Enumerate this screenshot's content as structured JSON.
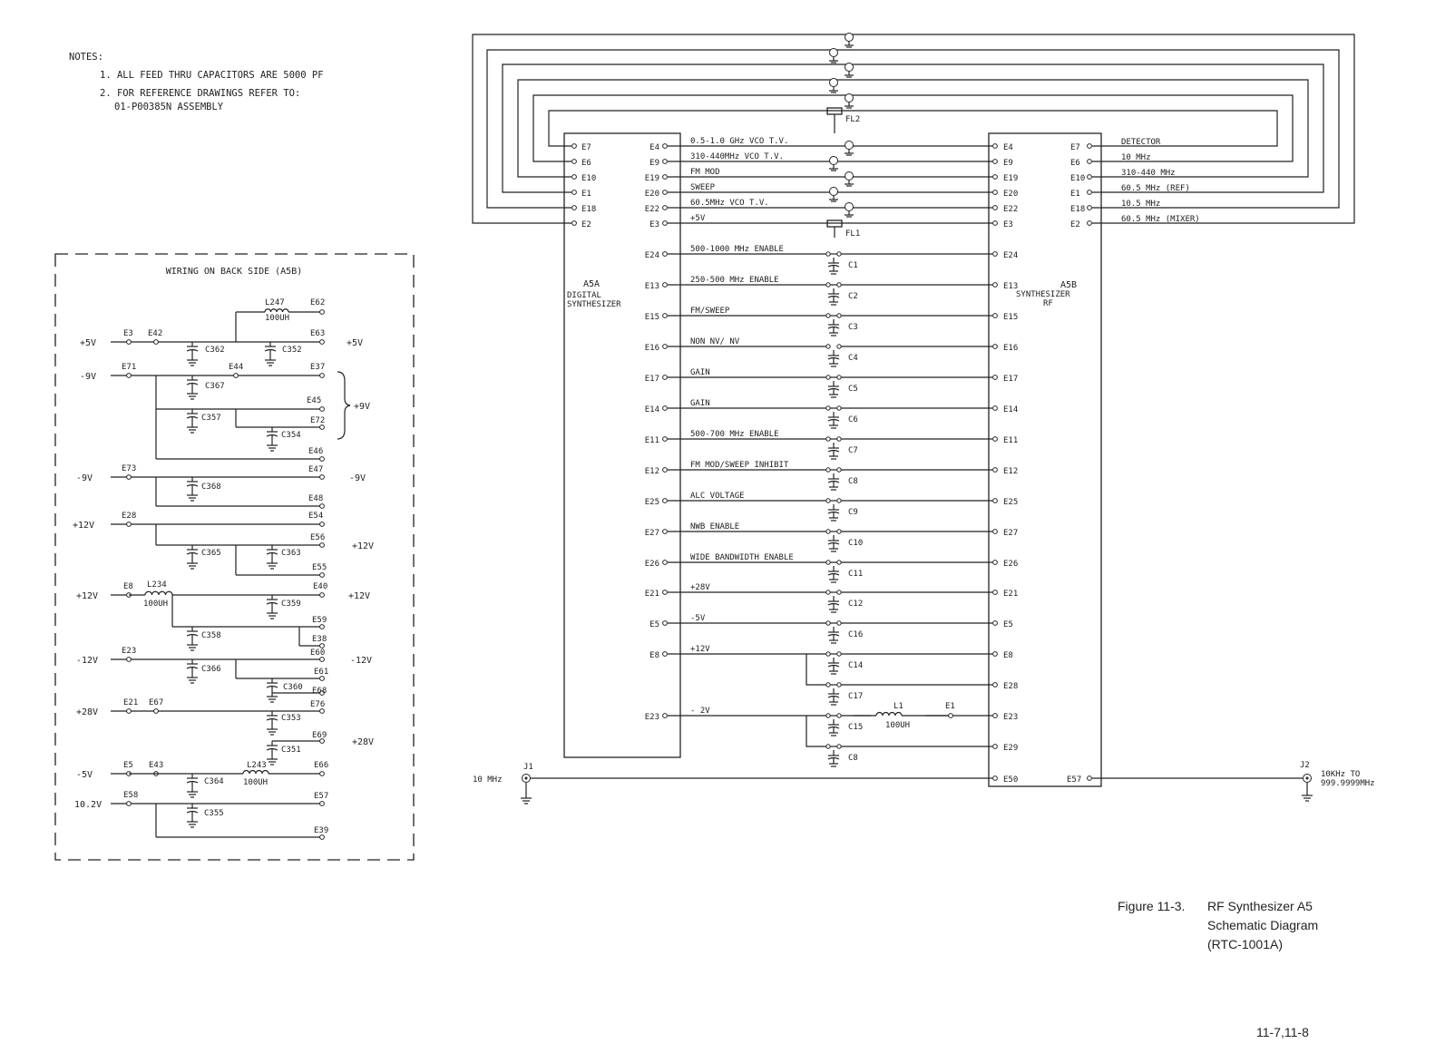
{
  "notes": {
    "header": "NOTES:",
    "items": [
      "1. ALL FEED THRU CAPACITORS ARE 5000 PF",
      "2. FOR REFERENCE DRAWINGS REFER TO:",
      "01-P00385N ASSEMBLY"
    ]
  },
  "wiring_box": {
    "title": "WIRING ON BACK SIDE (A5B)",
    "supplies": [
      {
        "supply": "+5V",
        "terminals": [
          "E3",
          "E42",
          "E62",
          "E63"
        ],
        "inductor": "L247",
        "inductor_value": "100UH",
        "caps": [
          "C362",
          "C352"
        ],
        "out": "+5V"
      },
      {
        "supply": "-9V",
        "terminals": [
          "E71",
          "E44",
          "E37",
          "E45",
          "E72",
          "E46"
        ],
        "caps": [
          "C367",
          "C357",
          "C354"
        ],
        "out": "+9V"
      },
      {
        "supply": "-9V",
        "terminals": [
          "E73",
          "E47",
          "E48"
        ],
        "caps": [
          "C368"
        ],
        "out": "-9V"
      },
      {
        "supply": "+12V",
        "terminals": [
          "E28",
          "E54",
          "E56",
          "E55"
        ],
        "caps": [
          "C365",
          "C363"
        ],
        "out": "+12V"
      },
      {
        "supply": "+12V",
        "terminals": [
          "E8",
          "E40",
          "E59",
          "E38"
        ],
        "inductor": "L234",
        "inductor_value": "100UH",
        "caps": [
          "C359",
          "C358"
        ],
        "out": "+12V"
      },
      {
        "supply": "-12V",
        "terminals": [
          "E23",
          "E60",
          "E61",
          "E68"
        ],
        "caps": [
          "C366",
          "C360"
        ],
        "out": "-12V"
      },
      {
        "supply": "+28V",
        "terminals": [
          "E21",
          "E67",
          "E76",
          "E69"
        ],
        "caps": [
          "C353",
          "C351"
        ],
        "out": "+28V"
      },
      {
        "supply": "-5V",
        "terminals": [
          "E5",
          "E43",
          "E66"
        ],
        "inductor": "L243",
        "inductor_value": "100UH",
        "caps": [
          "C364"
        ],
        "out": ""
      },
      {
        "supply": "10.2V",
        "terminals": [
          "E58",
          "E57",
          "E39"
        ],
        "caps": [
          "C355"
        ],
        "out": ""
      }
    ]
  },
  "a5a": {
    "label": "A5A",
    "sub1": "DIGITAL",
    "sub2": "SYNTHESIZER"
  },
  "a5b": {
    "label": "A5B",
    "sub1": "SYNTHESIZER",
    "sub2": "RF"
  },
  "outer_left_pins": [
    "E7",
    "E6",
    "E10",
    "E1",
    "E18",
    "E2"
  ],
  "outer_right_pins": [
    "E7",
    "E6",
    "E10",
    "E1",
    "E18",
    "E2"
  ],
  "right_outputs": [
    "DETECTOR",
    "10 MHz",
    "310-440 MHz",
    "60.5 MHz (REF)",
    "10.5 MHz",
    "60.5 MHz (MIXER)"
  ],
  "filters": [
    "FL2",
    "FL1"
  ],
  "signals": [
    {
      "a": "E4",
      "b": "E4",
      "name": "0.5-1.0 GHz VCO T.V."
    },
    {
      "a": "E9",
      "b": "E9",
      "name": "310-440MHz VCO T.V."
    },
    {
      "a": "E19",
      "b": "E19",
      "name": "FM MOD"
    },
    {
      "a": "E20",
      "b": "E20",
      "name": "SWEEP"
    },
    {
      "a": "E22",
      "b": "E22",
      "name": "60.5MHz VCO T.V."
    },
    {
      "a": "E3",
      "b": "E3",
      "name": "+5V"
    },
    {
      "a": "E24",
      "b": "E24",
      "name": "500-1000 MHz ENABLE",
      "cap": "C1"
    },
    {
      "a": "E13",
      "b": "E13",
      "name": "250-500 MHz ENABLE",
      "cap": "C2"
    },
    {
      "a": "E15",
      "b": "E15",
      "name": "FM/SWEEP",
      "cap": "C3"
    },
    {
      "a": "E16",
      "b": "E16",
      "name": "NON NV/ NV",
      "cap": "C4"
    },
    {
      "a": "E17",
      "b": "E17",
      "name": "GAIN",
      "cap": "C5"
    },
    {
      "a": "E14",
      "b": "E14",
      "name": "GAIN",
      "cap": "C6"
    },
    {
      "a": "E11",
      "b": "E11",
      "name": "500-700 MHz ENABLE",
      "cap": "C7"
    },
    {
      "a": "E12",
      "b": "E12",
      "name": "FM MOD/SWEEP INHIBIT",
      "cap": "C8"
    },
    {
      "a": "E25",
      "b": "E25",
      "name": "ALC VOLTAGE",
      "cap": "C9"
    },
    {
      "a": "E27",
      "b": "E27",
      "name": "NWB ENABLE",
      "cap": "C10"
    },
    {
      "a": "E26",
      "b": "E26",
      "name": "WIDE BANDWIDTH ENABLE",
      "cap": "C11"
    },
    {
      "a": "E21",
      "b": "E21",
      "name": "+28V",
      "cap": "C12"
    },
    {
      "a": "E5",
      "b": "E5",
      "name": "-5V",
      "cap": "C16"
    },
    {
      "a": "E8",
      "b": "E8",
      "name": "+12V",
      "cap": "C14"
    },
    {
      "a": "",
      "b": "E28",
      "name": "",
      "cap": "C17"
    },
    {
      "a": "E23",
      "b": "E23",
      "name": "- 2V",
      "cap": "C15"
    },
    {
      "a": "",
      "b": "E29",
      "name": "",
      "cap": "C8"
    }
  ],
  "l1": {
    "name": "L1",
    "value": "100UH",
    "pin": "E1"
  },
  "input": {
    "label": "10 MHz",
    "jack": "J1",
    "pin": "E50"
  },
  "output": {
    "label1": "10KHz TO",
    "label2": "999.9999MHz",
    "jack": "J2",
    "pin": "E57"
  },
  "caption": {
    "figure_number": "Figure 11-3.",
    "line1": "RF Synthesizer A5",
    "line2": "Schematic Diagram",
    "line3": "(RTC-1001A)"
  },
  "page_number": "11-7,11-8"
}
